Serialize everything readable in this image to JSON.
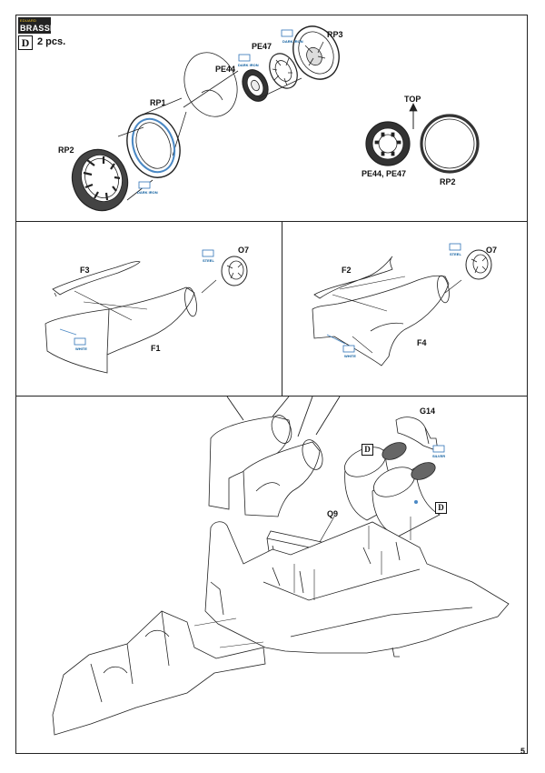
{
  "header": {
    "logo_top": "EDUARD",
    "logo_main": "BRASSIN",
    "set_letter": "D",
    "quantity": "2 pcs."
  },
  "panel_top": {
    "parts": {
      "rp3": "RP3",
      "pe47": "PE47",
      "pe44": "PE44",
      "rp1": "RP1",
      "rp2": "RP2"
    },
    "color_tags": {
      "rp3": "DARK IRON",
      "pe47": "DARK IRON",
      "rp1": "DARK IRON"
    },
    "top_label": "TOP",
    "pe_label": "PE44, PE47",
    "rp2_label": "RP2"
  },
  "panel_left": {
    "parts": {
      "o7": "O7",
      "f3": "F3",
      "f1": "F1"
    },
    "color_tags": {
      "o7": "STEEL",
      "f3": "WHITE"
    }
  },
  "panel_right": {
    "parts": {
      "o7": "O7",
      "f2": "F2",
      "f4": "F4"
    },
    "color_tags": {
      "o7": "STEEL",
      "f2": "WHITE"
    }
  },
  "panel_bottom": {
    "parts": {
      "g14": "G14",
      "q9": "Q9"
    },
    "color_tags": {
      "g14": "SILVER"
    },
    "set_letters": [
      "D",
      "D"
    ]
  },
  "page_number": "5"
}
